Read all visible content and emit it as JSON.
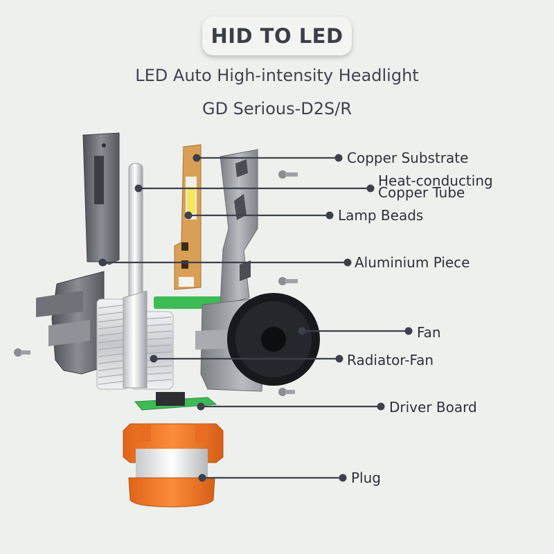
{
  "header": {
    "badge": "HID TO LED",
    "subtitle_line1": "LED Auto High-intensity Headlight",
    "subtitle_line2": "GD Serious-D2S/R"
  },
  "callouts": [
    {
      "id": "copper-substrate",
      "text": "Copper Substrate"
    },
    {
      "id": "heat-conducting-copper-tube",
      "line1": "Heat-conducting",
      "line2": "Copper Tube"
    },
    {
      "id": "lamp-beads",
      "text": "Lamp Beads"
    },
    {
      "id": "aluminium-piece",
      "text": "Aluminium Piece"
    },
    {
      "id": "fan",
      "text": "Fan"
    },
    {
      "id": "radiator-fan",
      "text": "Radiator-Fan"
    },
    {
      "id": "driver-board",
      "text": "Driver Board"
    },
    {
      "id": "plug",
      "text": "Plug"
    }
  ],
  "colors": {
    "background": "#eef0ed",
    "leader_line": "#3c404a",
    "plug_orange": "#f07a2a",
    "board_green": "#3dbb55",
    "copper": "#d8a05c",
    "aluminium_dark": "#5d6167",
    "aluminium_light": "#9a9ea3"
  }
}
